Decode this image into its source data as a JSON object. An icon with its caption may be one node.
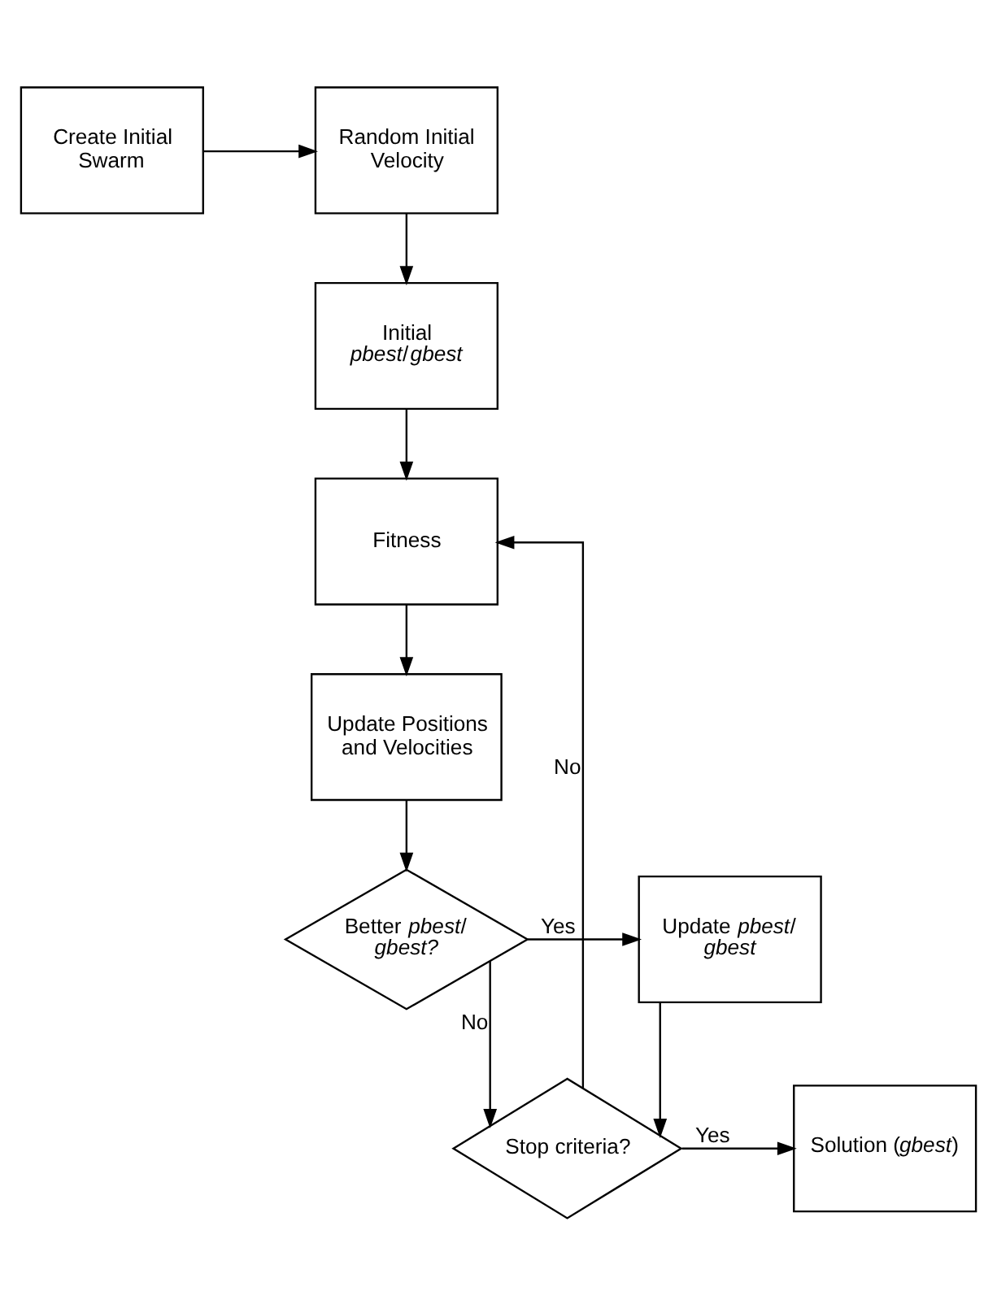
{
  "diagram": {
    "nodes": [
      {
        "text": [
          "Create Initial Swarm"
        ]
      },
      {
        "text": [
          "Random Initial Velocity"
        ]
      },
      {
        "text": [
          "Initial *pbest*/*gbest*"
        ]
      },
      {
        "text": [
          "Fitness"
        ]
      },
      {
        "text": [
          "Update Positions and Velocities"
        ]
      },
      {
        "text": [
          "Better *pbest*/ *gbest?*"
        ]
      },
      {
        "text": [
          "Update *pbest*/ *gbest*"
        ]
      },
      {
        "text": [
          "Stop criteria?"
        ]
      },
      {
        "text": [
          "Solution (*gbest*)"
        ]
      }
    ],
    "edges": [
      {
        "from": 0,
        "to": 1,
        "arrow": "to"
      },
      {
        "from": 1,
        "to": 2,
        "arrow": "to"
      },
      {
        "from": 2,
        "to": 3,
        "arrow": "to"
      },
      {
        "from": 3,
        "to": 4,
        "arrow": "to"
      },
      {
        "from": 4,
        "to": 5,
        "arrow": "to"
      },
      {
        "from": 5,
        "to": 6,
        "label": "Yes",
        "arrow": "to"
      },
      {
        "from": 5,
        "to": 7,
        "label": "No",
        "arrow": "to"
      },
      {
        "from": 6,
        "to": 7,
        "arrow": "to"
      },
      {
        "from": 7,
        "to": 8,
        "label": "Yes",
        "arrow": "to"
      },
      {
        "from": 7,
        "to": 3,
        "label": "No",
        "arrow": "to"
      }
    ]
  }
}
